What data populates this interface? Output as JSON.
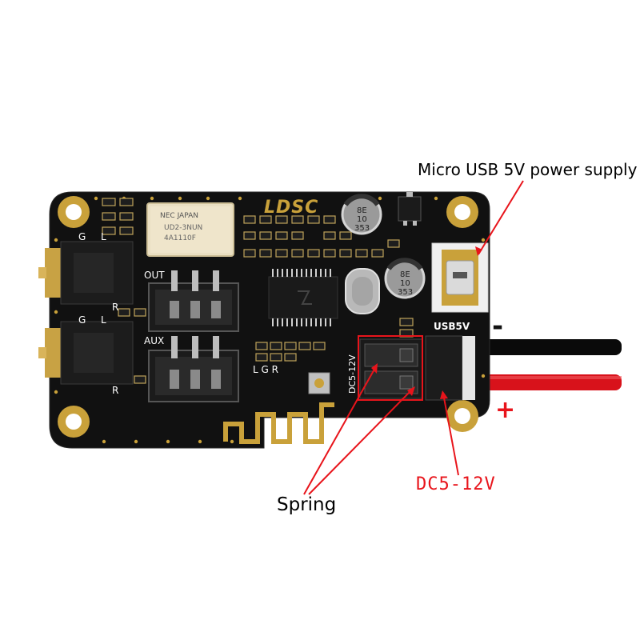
{
  "callouts": {
    "usb_power": "Micro USB 5V power supply",
    "spring": "Spring",
    "dc_input": "DC5-12V",
    "minus": "-",
    "plus": "+"
  },
  "board": {
    "logo": "LDSC",
    "relay_line1": "NEC JAPAN",
    "relay_line2": "UD2-3NUN",
    "relay_line3": "4A1110F",
    "cap_marking_line1": "8E",
    "cap_marking_line2": "10",
    "cap_marking_line3": "353",
    "label_out": "OUT",
    "label_aux": "AUX",
    "label_lgr": "L G R",
    "label_usb5v": "USB5V",
    "label_dc": "DC5-12V",
    "label_g": "G",
    "label_l": "L",
    "label_r": "R"
  },
  "colors": {
    "pcb": "#111111",
    "gold": "#c9a13a",
    "red": "#e8141b",
    "wire_black": "#0a0a0a",
    "wire_red": "#d8121b"
  }
}
